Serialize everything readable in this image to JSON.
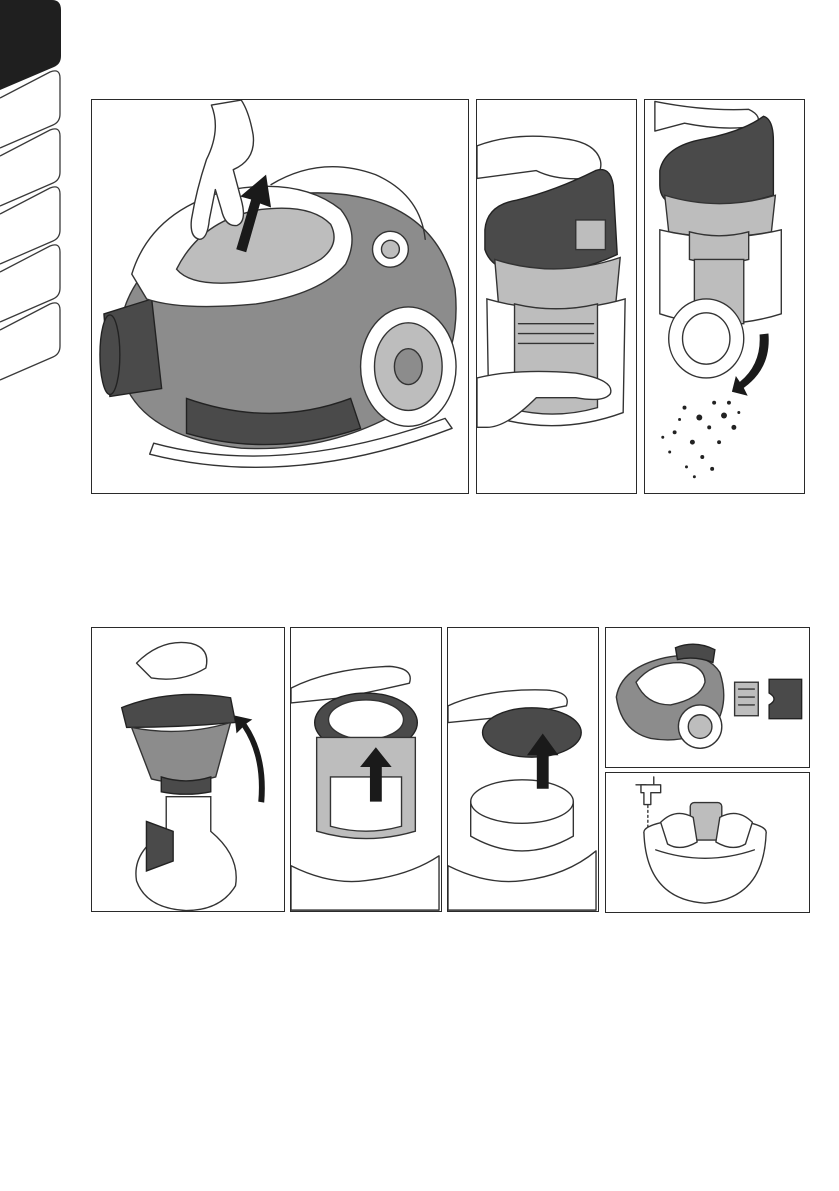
{
  "document": {
    "page_type": "instruction-manual-illustrations",
    "colors": {
      "tab_dark": "#1f1f1f",
      "tab_border": "#3a3a3a",
      "appliance_grey": "#8c8c8c",
      "appliance_dark": "#4a4a4a",
      "appliance_light": "#bdbdbd",
      "line": "#333333"
    },
    "side_tabs": [
      {
        "state": "active"
      },
      {
        "state": "inactive"
      },
      {
        "state": "inactive"
      },
      {
        "state": "inactive"
      },
      {
        "state": "inactive"
      },
      {
        "state": "inactive"
      }
    ],
    "figures": [
      {
        "name": "lift-dust-container",
        "icons": [
          "hand",
          "up-arrow",
          "vacuum-cleaner"
        ]
      },
      {
        "name": "press-release-button",
        "icons": [
          "hand",
          "dust-container",
          "finger"
        ]
      },
      {
        "name": "empty-dust-container",
        "icons": [
          "dust-container",
          "open-lid",
          "curved-arrow",
          "dust"
        ]
      },
      {
        "name": "remove-cyclone-unit",
        "icons": [
          "hand",
          "cyclone-unit",
          "curved-arrow"
        ]
      },
      {
        "name": "remove-filter-cover",
        "icons": [
          "hands",
          "filter-unit",
          "up-arrow"
        ]
      },
      {
        "name": "lift-filter-lid",
        "icons": [
          "hands",
          "filter-ring",
          "up-arrow"
        ]
      },
      {
        "name": "locate-filters",
        "icons": [
          "vacuum-cleaner",
          "sponge-filter",
          "exhaust-filter"
        ]
      },
      {
        "name": "wash-filter",
        "icons": [
          "tap",
          "bowl",
          "hands",
          "filter"
        ]
      }
    ]
  }
}
